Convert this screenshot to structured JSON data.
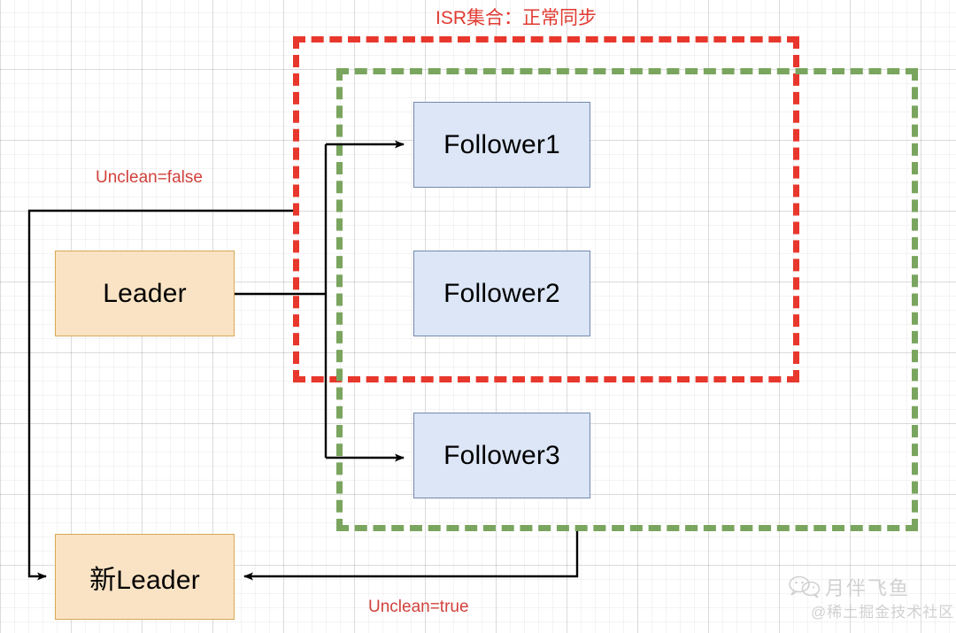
{
  "diagram": {
    "title": "ISR集合：正常同步",
    "nodes": {
      "leader": "Leader",
      "new_leader": "新Leader",
      "follower1": "Follower1",
      "follower2": "Follower2",
      "follower3": "Follower3"
    },
    "edge_labels": {
      "unclean_false": "Unclean=false",
      "unclean_true": "Unclean=true"
    },
    "colors": {
      "isr_box_border": "#e8372c",
      "replica_box_border": "#7aa55e",
      "leader_fill": "#fae3c4",
      "leader_border": "#d6a855",
      "follower_fill": "#dce6f7",
      "follower_border": "#7289ad",
      "label_text": "#d1413c",
      "connector": "#000000"
    }
  },
  "watermark": {
    "account": "月伴飞鱼",
    "source": "@稀土掘金技术社区",
    "icon": "wechat-icon"
  }
}
